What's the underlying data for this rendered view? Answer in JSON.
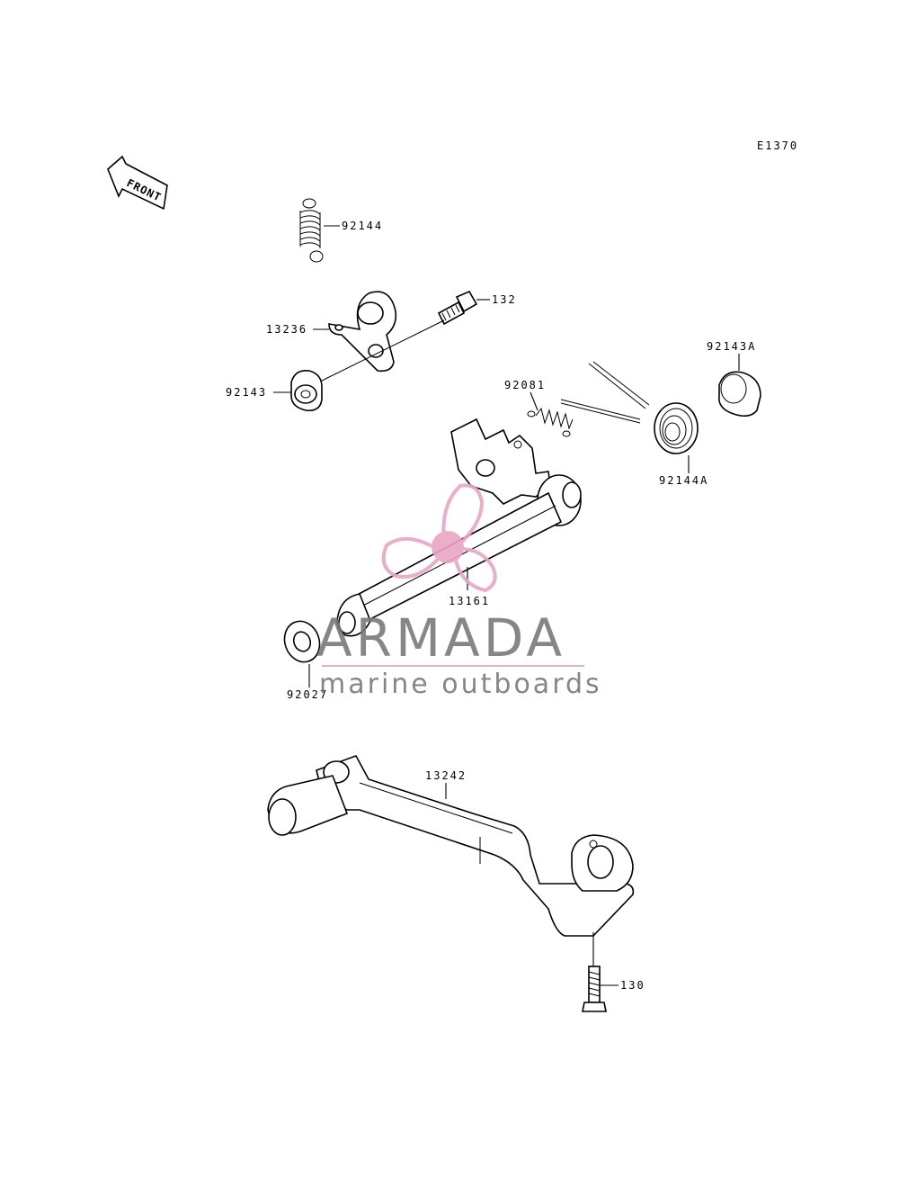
{
  "diagram": {
    "code": "E1370",
    "front_label": "FRONT",
    "parts": {
      "p92144": "92144",
      "p132": "132",
      "p13236": "13236",
      "p92143": "92143",
      "p92081": "92081",
      "p92143A": "92143A",
      "p92144A": "92144A",
      "p13161": "13161",
      "p92027": "92027",
      "p13242": "13242",
      "p130": "130"
    }
  },
  "watermark": {
    "brand": "ARMADA",
    "tagline": "marine outboards",
    "colors": {
      "logo": "#e8a6c6",
      "text": "#7a7a7a",
      "rule": "#e8a6c6"
    }
  }
}
